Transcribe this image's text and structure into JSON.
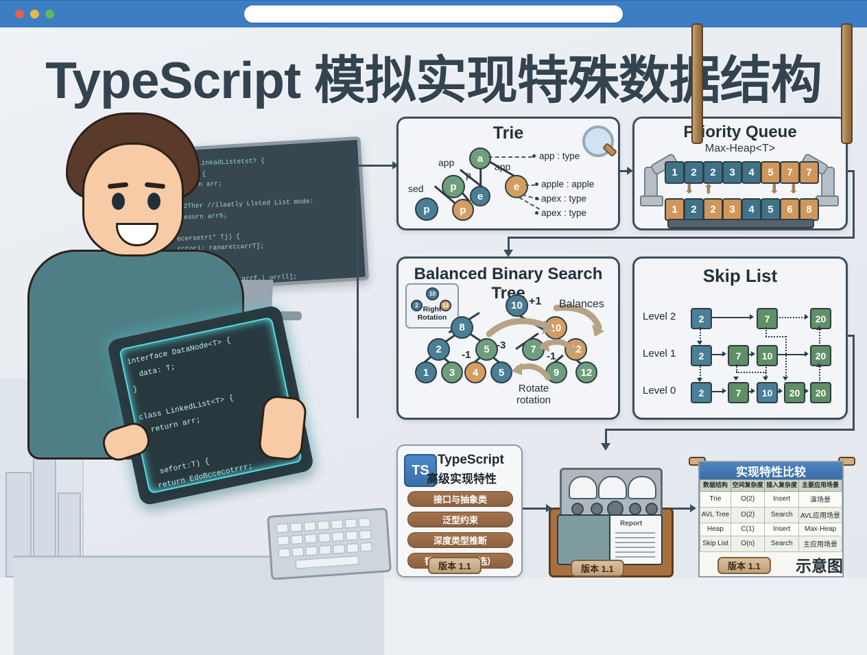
{
  "browser": {
    "traffic_lights": [
      "close",
      "minimize",
      "maximize"
    ],
    "url_value": "",
    "url_placeholder": ""
  },
  "page": {
    "title": "TypeScript 模拟实现特殊数据结构",
    "diagram_label": "示意图",
    "version_badges": [
      "版本 1.1",
      "版本 1.1",
      "版本 1.1"
    ]
  },
  "illustration": {
    "monitor_code": "fonction LinkadListetst? {\n  adel7)) {\n    ratorn arr;\n  }\n  get2Ther //ilaatly Llsted List mode:\n    resurn arr5;\n  }\n  recersetrt* Tj) {\n   rctori: ranaretcarrT];\n}\nreverse(eurrt]) {\n  retam ddabreccottarrf,| orrll];\n}",
    "tablet_code": "interface DataNode<T> {\n  data: T;\n}\n\nclass LinkedList<T> {\n  return arr;\n}\n\n  sefort:T) {\n return EdoBccecotrrr;",
    "monitor_label": "code-monitor",
    "tablet_label": "code-tablet"
  },
  "panels": {
    "trie": {
      "title": "Trie",
      "icon": "magnifier-icon",
      "nodes": [
        {
          "id": "a",
          "label": "a",
          "color": "green"
        },
        {
          "id": "p1",
          "label": "p",
          "color": "green"
        },
        {
          "id": "e1",
          "label": "e",
          "color": "blue"
        },
        {
          "id": "e2",
          "label": "e",
          "color": "orange"
        },
        {
          "id": "p2",
          "label": "p",
          "color": "blue"
        },
        {
          "id": "p3",
          "label": "p",
          "color": "orange"
        }
      ],
      "edge_labels": [
        "app",
        "app",
        "p",
        "sed"
      ],
      "leaves": [
        "app : type",
        "apple : apple",
        "apex : type",
        "apex : type"
      ]
    },
    "priority_queue": {
      "title": "Priority Queue",
      "subtitle": "Max-Heap<T>",
      "top_row": [
        {
          "v": "1",
          "color": "blue"
        },
        {
          "v": "2",
          "color": "blue"
        },
        {
          "v": "2",
          "color": "blue"
        },
        {
          "v": "3",
          "color": "blue"
        },
        {
          "v": "4",
          "color": "blue"
        },
        {
          "v": "5",
          "color": "orange"
        },
        {
          "v": "7",
          "color": "orange"
        },
        {
          "v": "7",
          "color": "orange"
        }
      ],
      "bottom_row": [
        {
          "v": "1",
          "color": "orange"
        },
        {
          "v": "2",
          "color": "blue"
        },
        {
          "v": "2",
          "color": "orange"
        },
        {
          "v": "3",
          "color": "orange"
        },
        {
          "v": "4",
          "color": "blue"
        },
        {
          "v": "5",
          "color": "blue"
        },
        {
          "v": "6",
          "color": "orange"
        },
        {
          "v": "8",
          "color": "orange"
        }
      ]
    },
    "bst": {
      "title": "Balanced Binary Search Tree",
      "inset_label": "Right\nRotation",
      "balances_label": "Balances",
      "rotate_label": "Rotate\nrotation",
      "balance_factors": [
        "+1",
        "-3",
        "-1",
        "-1"
      ],
      "nodes": [
        {
          "label": "10",
          "color": "blue"
        },
        {
          "label": "8",
          "color": "blue"
        },
        {
          "label": "10",
          "color": "orange"
        },
        {
          "label": "2",
          "color": "blue"
        },
        {
          "label": "5",
          "color": "green"
        },
        {
          "label": "7",
          "color": "green"
        },
        {
          "label": "12",
          "color": "orange"
        },
        {
          "label": "1",
          "color": "blue"
        },
        {
          "label": "3",
          "color": "green"
        },
        {
          "label": "4",
          "color": "orange"
        },
        {
          "label": "5",
          "color": "blue"
        },
        {
          "label": "9",
          "color": "green"
        },
        {
          "label": "12",
          "color": "green"
        }
      ]
    },
    "skip_list": {
      "title": "Skip List",
      "levels": [
        {
          "name": "Level 2",
          "cells": [
            {
              "v": "2",
              "color": "blue"
            },
            {
              "v": "7",
              "color": "green"
            },
            {
              "v": "20",
              "color": "green"
            }
          ]
        },
        {
          "name": "Level 1",
          "cells": [
            {
              "v": "2",
              "color": "blue"
            },
            {
              "v": "7",
              "color": "green"
            },
            {
              "v": "10",
              "color": "green"
            },
            {
              "v": "20",
              "color": "green"
            }
          ]
        },
        {
          "name": "Level 0",
          "cells": [
            {
              "v": "2",
              "color": "blue"
            },
            {
              "v": "7",
              "color": "green"
            },
            {
              "v": "10",
              "color": "blue"
            },
            {
              "v": "20",
              "color": "green"
            },
            {
              "v": "20",
              "color": "green"
            }
          ]
        }
      ]
    }
  },
  "ts_card": {
    "logo_text": "TS",
    "title": "TypeScript",
    "subtitle": "高级实现特性",
    "features": [
      "接口与抽象类",
      "泛型约束",
      "深度类型推断",
      "错误处理（可选）"
    ]
  },
  "machine": {
    "book_label": "Report",
    "gauges": 3,
    "knobs": 5
  },
  "comparison": {
    "title": "实现特性比较",
    "headers": [
      "数据结构",
      "空间复杂度",
      "插入复杂度",
      "主要应用场景"
    ],
    "rows": [
      [
        "Trie",
        "O(2)",
        "Insert",
        "演场景"
      ],
      [
        "AVL Tree",
        "O(2)",
        "Search",
        "AVL应用场景"
      ],
      [
        "Heap",
        "C(1)",
        "Insert",
        "Max·Heap"
      ],
      [
        "Skip List",
        "O(n)",
        "Search",
        "主应用场景"
      ]
    ]
  },
  "colors": {
    "chrome": "#3c7dc4",
    "panel_border": "#3b4e5c",
    "node_green": "#6f9e7c",
    "node_blue": "#497e95",
    "node_orange": "#d49e62",
    "pill_brown": "#8d6140",
    "table_header": "#3b6ea8"
  }
}
